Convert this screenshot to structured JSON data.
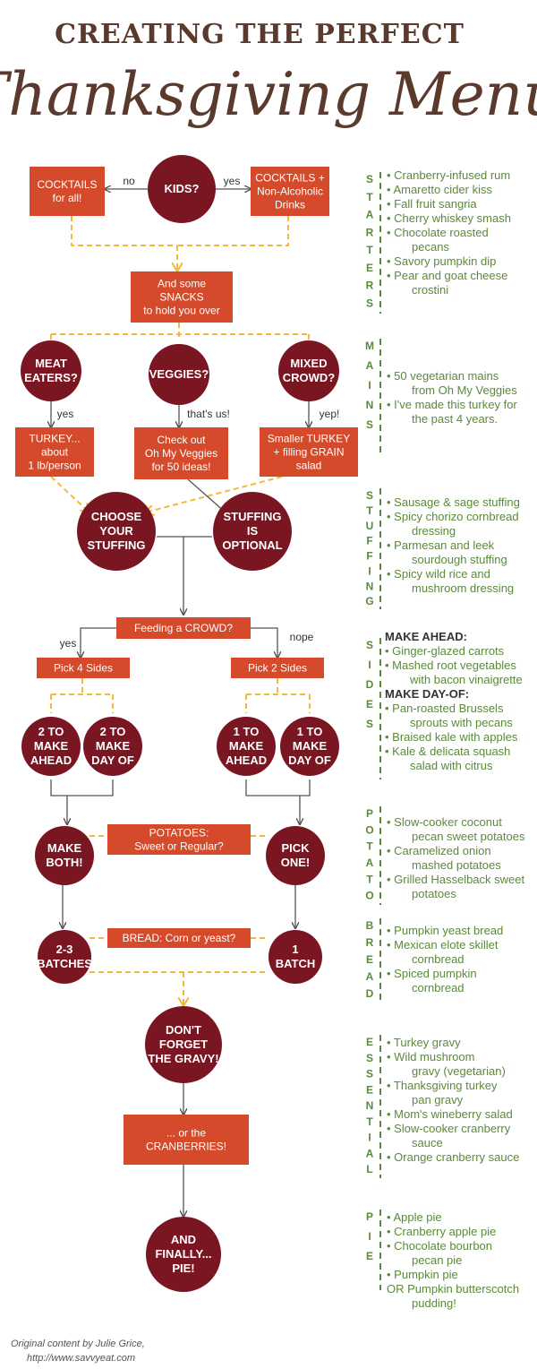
{
  "title": {
    "line1": "CREATING THE PERFECT",
    "line2": "Thanksgiving Menu"
  },
  "colors": {
    "box": "#d44a2a",
    "circle": "#7a1522",
    "arrow": "#555555",
    "dashed": "#f5b93a",
    "list": "#5a8a3a",
    "title": "#5b3a2e"
  },
  "flow": {
    "kids": "KIDS?",
    "no_label": "no",
    "yes_label": "yes",
    "cocktails_all": [
      "COCKTAILS",
      "for all!"
    ],
    "cocktails_na": [
      "COCKTAILS +",
      "Non-Alcoholic",
      "Drinks"
    ],
    "snacks": [
      "And some",
      "SNACKS",
      "to hold you over"
    ],
    "meat": [
      "MEAT",
      "EATERS?"
    ],
    "veggies": [
      "VEGGIES?"
    ],
    "mixed": [
      "MIXED",
      "CROWD?"
    ],
    "meat_yes": "yes",
    "veg_yes": "that's us!",
    "mixed_yes": "yep!",
    "turkey": [
      "TURKEY...",
      "about",
      "1 lb/person"
    ],
    "ohmyveggies": [
      "Check out",
      "Oh My Veggies",
      "for 50 ideas!"
    ],
    "smaller_turkey": [
      "Smaller TURKEY",
      "+ filling GRAIN",
      "salad"
    ],
    "choose_stuffing": [
      "CHOOSE",
      "YOUR",
      "STUFFING"
    ],
    "stuffing_optional": [
      "STUFFING",
      "IS",
      "OPTIONAL"
    ],
    "feeding": "Feeding a CROWD?",
    "feeding_yes": "yes",
    "feeding_nope": "nope",
    "pick4": "Pick 4 Sides",
    "pick2": "Pick 2 Sides",
    "c2ahead": [
      "2 TO",
      "MAKE",
      "AHEAD"
    ],
    "c2dayof": [
      "2 TO",
      "MAKE",
      "DAY OF"
    ],
    "c1ahead": [
      "1 TO",
      "MAKE",
      "AHEAD"
    ],
    "c1dayof": [
      "1 TO",
      "MAKE",
      "DAY OF"
    ],
    "potatoes_q": [
      "POTATOES:",
      "Sweet or Regular?"
    ],
    "make_both": [
      "MAKE",
      "BOTH!"
    ],
    "pick_one": [
      "PICK",
      "ONE!"
    ],
    "bread_q": "BREAD: Corn or yeast?",
    "batches23": [
      "2-3",
      "BATCHES"
    ],
    "batch1": [
      "1",
      "BATCH"
    ],
    "gravy": [
      "DON'T",
      "FORGET",
      "THE GRAVY!"
    ],
    "cranberries": [
      "... or the",
      "CRANBERRIES!"
    ],
    "pie": [
      "AND",
      "FINALLY...",
      "PIE!"
    ]
  },
  "sections": [
    {
      "name": "STARTERS",
      "letters": "STARTERS",
      "items": [
        [
          "• Cranberry-infused rum"
        ],
        [
          "• Amaretto cider kiss"
        ],
        [
          "• Fall fruit sangria"
        ],
        [
          "• Cherry whiskey smash"
        ],
        [
          "• Chocolate roasted",
          "pecans"
        ],
        [
          "• Savory pumpkin dip"
        ],
        [
          "• Pear and goat cheese",
          "crostini"
        ]
      ]
    },
    {
      "name": "MAINS",
      "letters": "MAINS",
      "items": [
        [
          "• 50 vegetarian mains",
          "from Oh My Veggies"
        ],
        [
          "• I've made this turkey for",
          "the past 4 years."
        ]
      ]
    },
    {
      "name": "STUFFING",
      "letters": "STUFFING",
      "items": [
        [
          "• Sausage & sage stuffing"
        ],
        [
          "• Spicy chorizo cornbread",
          "dressing"
        ],
        [
          "• Parmesan and leek",
          "sourdough stuffing"
        ],
        [
          "• Spicy wild rice and",
          "mushroom dressing"
        ]
      ]
    },
    {
      "name": "SIDES",
      "letters": "SIDES",
      "head1": "MAKE AHEAD:",
      "items1": [
        [
          "• Ginger-glazed carrots"
        ],
        [
          "• Mashed root vegetables",
          "with bacon vinaigrette"
        ]
      ],
      "head2": "MAKE DAY-OF:",
      "items2": [
        [
          "• Pan-roasted Brussels",
          "sprouts with pecans"
        ],
        [
          "• Braised kale with apples"
        ],
        [
          "• Kale & delicata squash",
          "salad with citrus"
        ]
      ]
    },
    {
      "name": "POTATO",
      "letters": "POTATO",
      "items": [
        [
          "• Slow-cooker coconut",
          "pecan sweet potatoes"
        ],
        [
          "• Caramelized onion",
          "mashed potatoes"
        ],
        [
          "• Grilled Hasselback sweet",
          "potatoes"
        ]
      ]
    },
    {
      "name": "BREAD",
      "letters": "BREAD",
      "items": [
        [
          "• Pumpkin yeast bread"
        ],
        [
          "• Mexican elote skillet",
          "cornbread"
        ],
        [
          "• Spiced pumpkin",
          "cornbread"
        ]
      ]
    },
    {
      "name": "ESSENTIAL",
      "letters": "ESSENTIAL",
      "items": [
        [
          "• Turkey gravy"
        ],
        [
          "• Wild mushroom",
          "gravy (vegetarian)"
        ],
        [
          "• Thanksgiving turkey",
          "pan gravy"
        ],
        [
          "• Mom's wineberry salad"
        ],
        [
          "• Slow-cooker cranberry",
          "sauce"
        ],
        [
          "• Orange cranberry sauce"
        ]
      ]
    },
    {
      "name": "PIE",
      "letters": "PIE",
      "items": [
        [
          "• Apple pie"
        ],
        [
          "• Cranberry apple pie"
        ],
        [
          "• Chocolate bourbon",
          "pecan pie"
        ],
        [
          "• Pumpkin pie"
        ],
        [
          "OR Pumpkin butterscotch",
          "pudding!"
        ]
      ]
    }
  ],
  "footer": {
    "credit": "Original content by Julie Grice,",
    "url": "http://www.savvyeat.com"
  }
}
